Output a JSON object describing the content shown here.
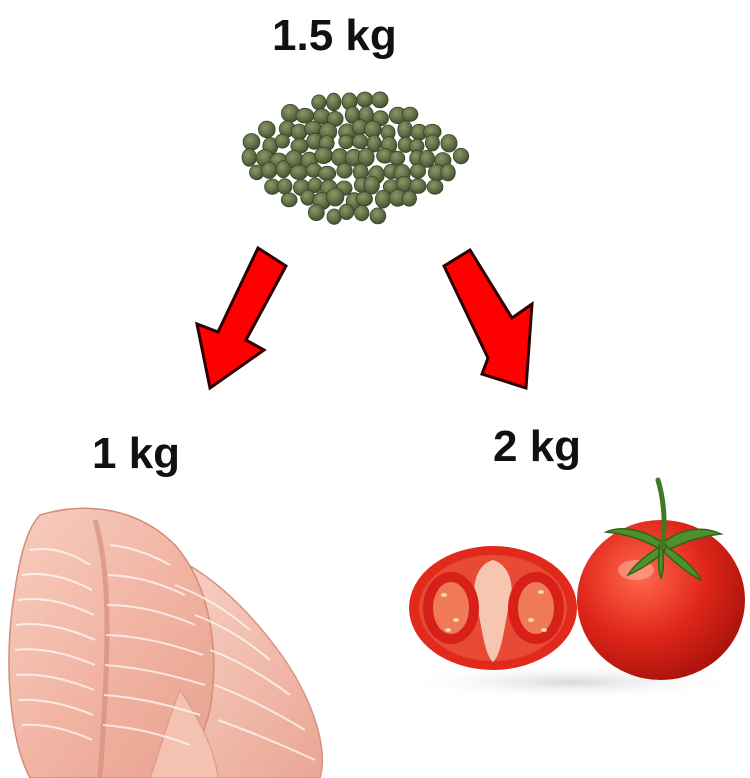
{
  "labels": {
    "feed_amount": "1.5 kg",
    "fish_amount": "1 kg",
    "tomato_amount": "2 kg"
  },
  "icons": {
    "feed": "fish-feed-pellets",
    "fish": "fish-fillet",
    "tomato": "tomatoes",
    "arrow": "down-arrow"
  },
  "colors": {
    "arrow_fill": "#ff0000",
    "arrow_stroke": "#2a0000",
    "pellet": "#5f6e45",
    "tomato": "#e0261a",
    "fish": "#f1b6a6"
  }
}
